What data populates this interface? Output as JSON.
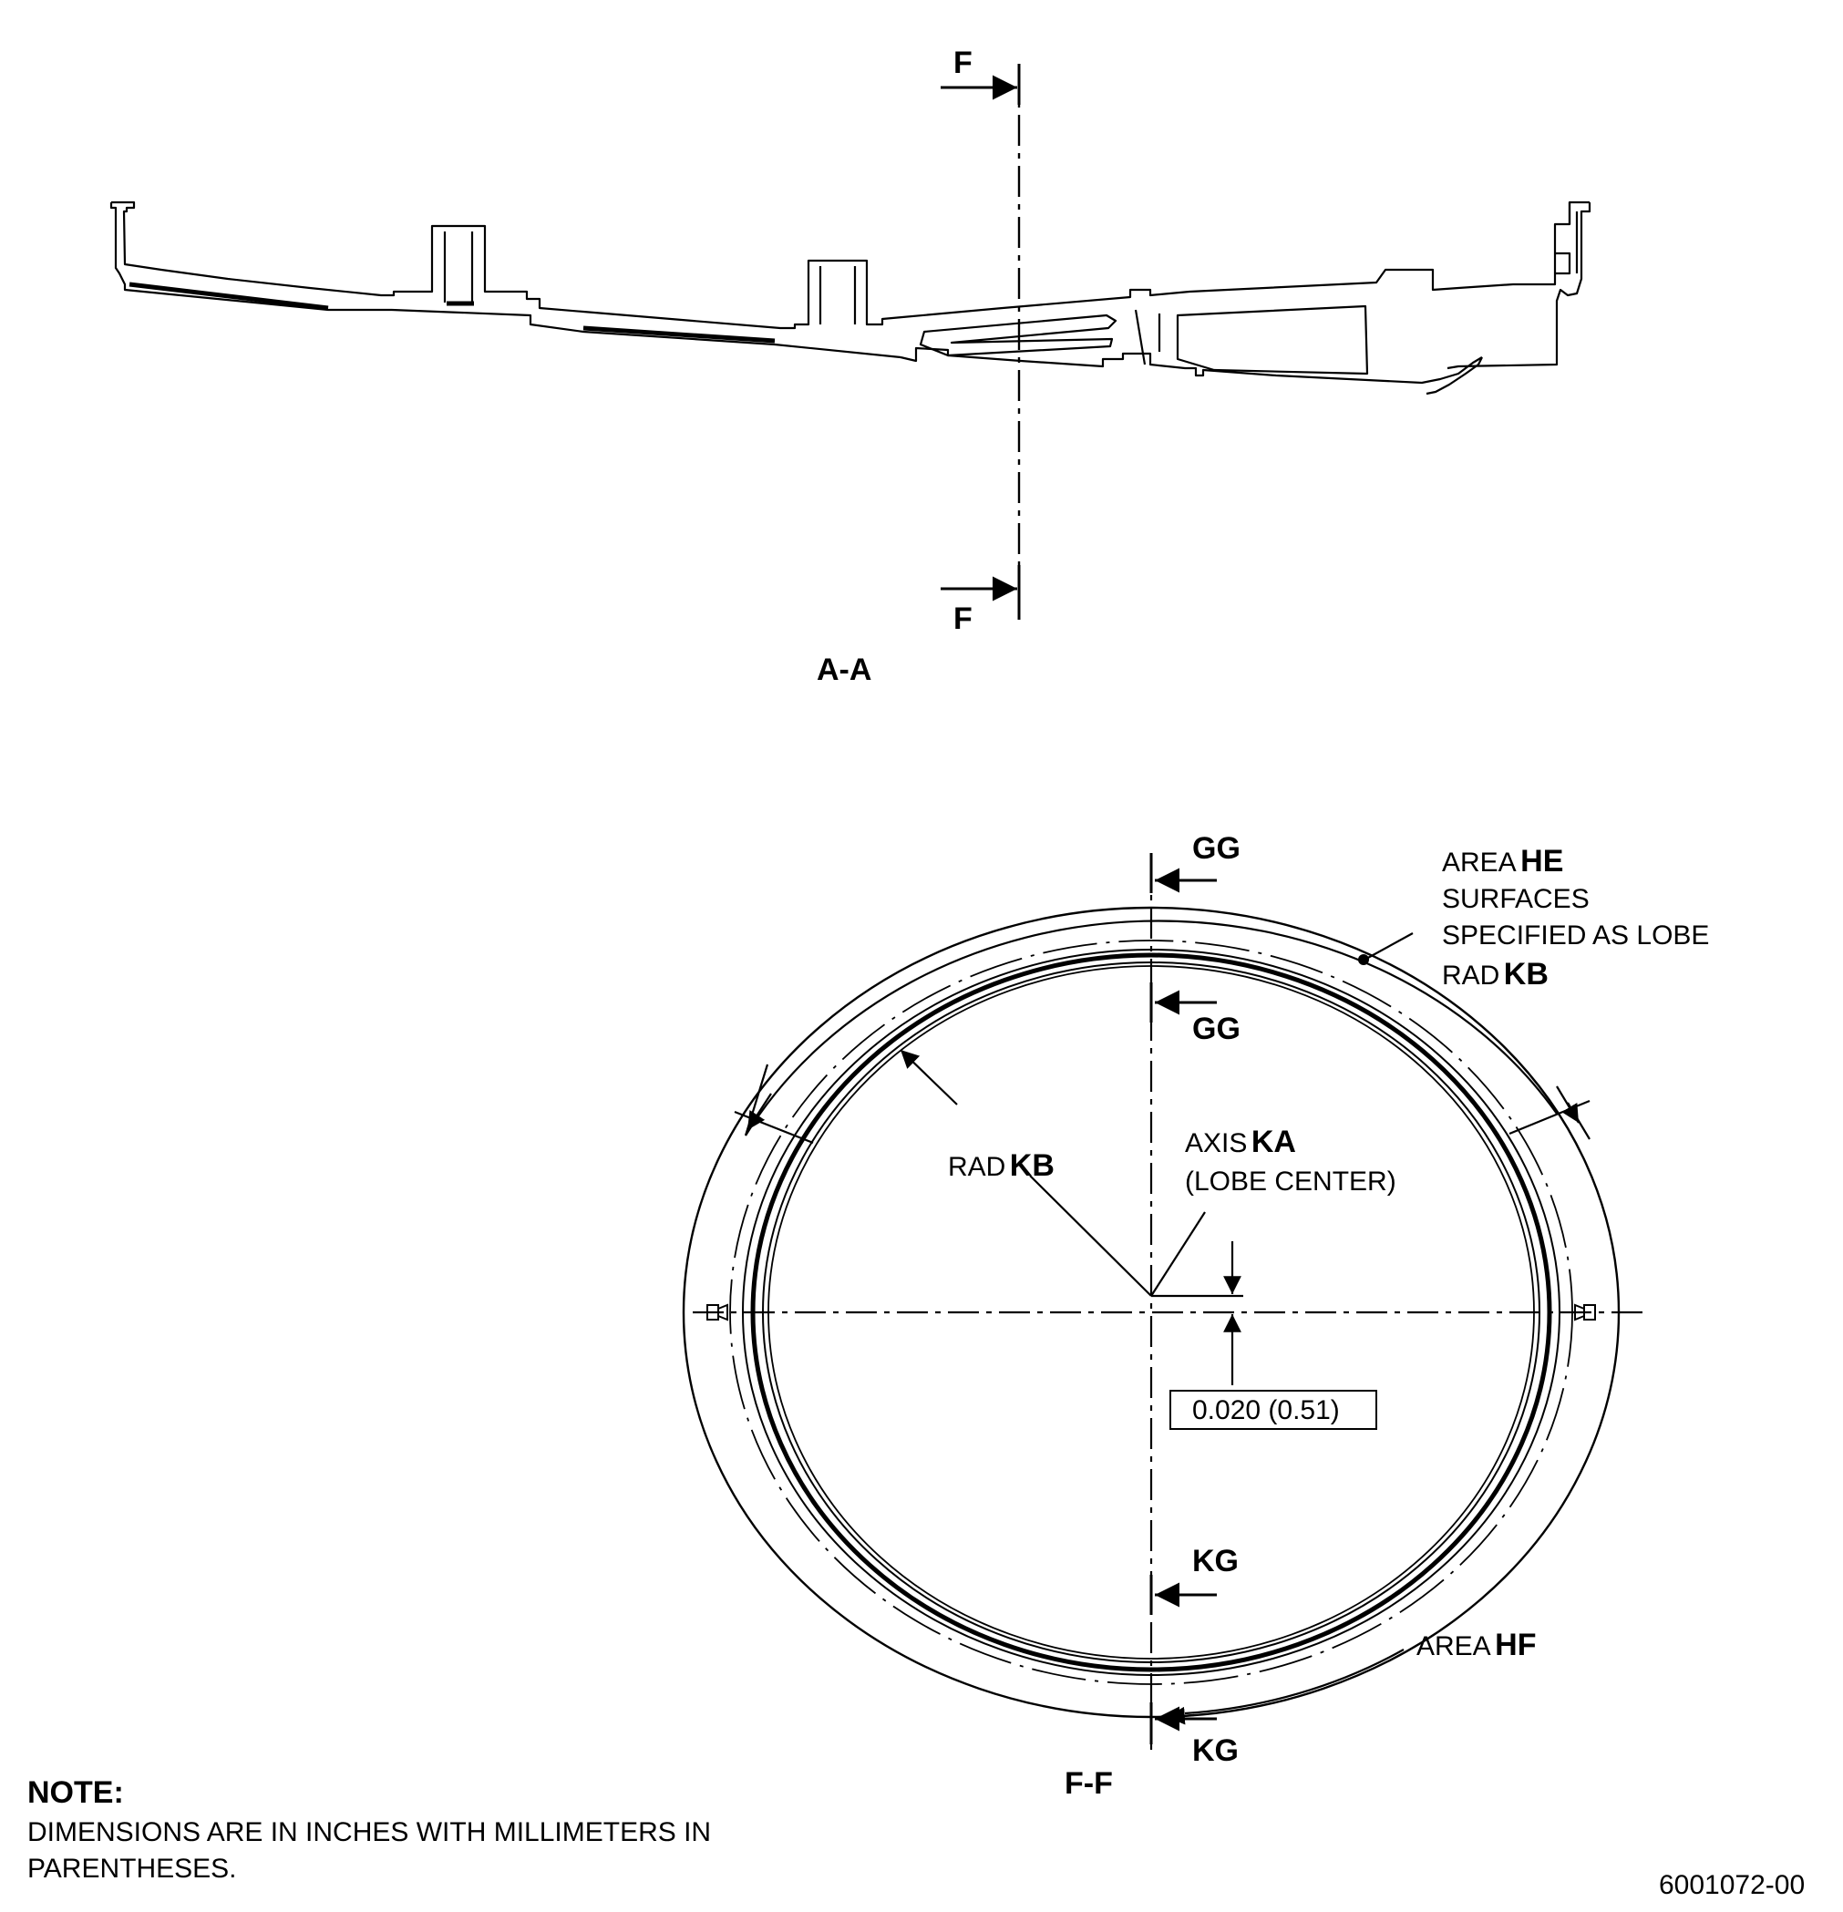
{
  "section_aa": {
    "cut_label_top": "F",
    "cut_label_bottom": "F",
    "title": "A-A"
  },
  "section_ff": {
    "title": "F-F",
    "cut_gg_top": "GG",
    "cut_gg_inner": "GG",
    "cut_kg_inner": "KG",
    "cut_kg_bottom": "KG",
    "rad_prefix": "RAD",
    "rad_id": "KB",
    "axis_prefix": "AXIS",
    "axis_id": "KA",
    "axis_note": "(LOBE CENTER)",
    "dimension": "0.020 (0.51)",
    "area_he_prefix": "AREA",
    "area_he_id": "HE",
    "area_he_line1": "SURFACES",
    "area_he_line2": "SPECIFIED AS LOBE",
    "area_he_rad_prefix": "RAD",
    "area_he_rad_id": "KB",
    "area_hf_prefix": "AREA",
    "area_hf_id": "HF"
  },
  "note": {
    "heading": "NOTE:",
    "line1": "DIMENSIONS ARE IN INCHES WITH MILLIMETERS IN",
    "line2": "PARENTHESES."
  },
  "drawing_number": "6001072-00"
}
